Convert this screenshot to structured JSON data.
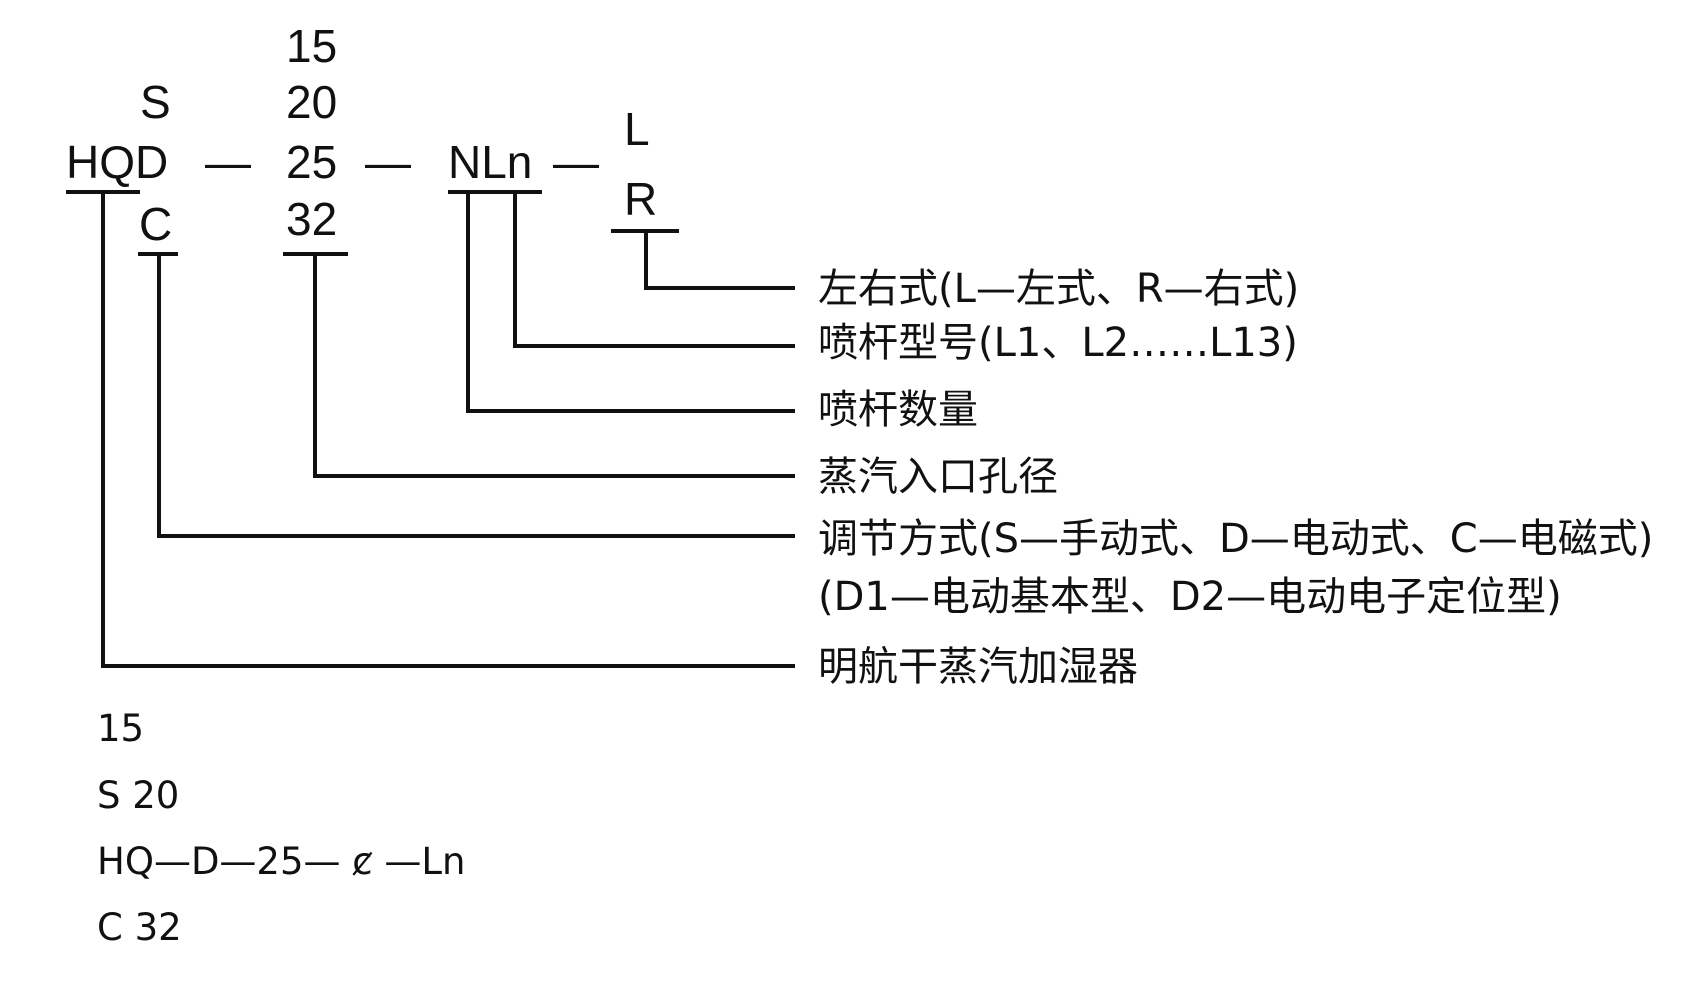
{
  "model_code": {
    "prefix": "HQD",
    "dash": "—",
    "mode_options": [
      "S",
      "C"
    ],
    "size_options": [
      "15",
      "20",
      "25",
      "32"
    ],
    "nozzle": "NLn",
    "side_options": [
      "L",
      "R"
    ]
  },
  "legend": [
    "左右式(L—左式、R—右式)",
    "喷杆型号(L1、L2……L13)",
    "喷杆数量",
    "蒸汽入口孔径",
    "调节方式(S—手动式、D—电动式、C—电磁式)",
    "(D1—电动基本型、D2—电动电子定位型)",
    "明航干蒸汽加湿器"
  ],
  "footer_lines": [
    "15",
    "S 20",
    "HQ—D—25— ȼ —Ln",
    "C 32"
  ]
}
